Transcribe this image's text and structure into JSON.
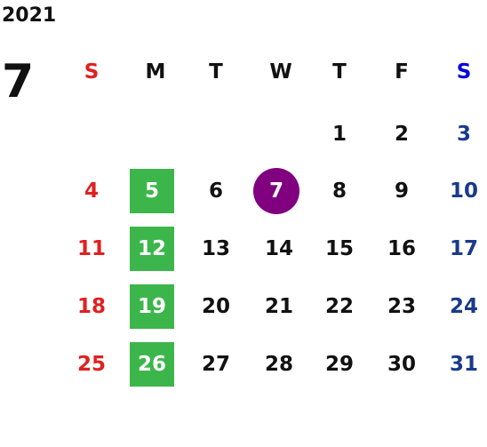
{
  "calendar": {
    "year": "2021",
    "month": "7",
    "weekdays": [
      "S",
      "M",
      "T",
      "W",
      "T",
      "F",
      "S"
    ],
    "weeks": [
      [
        "",
        "",
        "",
        "",
        "1",
        "2",
        "3"
      ],
      [
        "4",
        "5",
        "6",
        "7",
        "8",
        "9",
        "10"
      ],
      [
        "11",
        "12",
        "13",
        "14",
        "15",
        "16",
        "17"
      ],
      [
        "18",
        "19",
        "20",
        "21",
        "22",
        "23",
        "24"
      ],
      [
        "25",
        "26",
        "27",
        "28",
        "29",
        "30",
        "31"
      ]
    ],
    "highlighted_days": [
      "5",
      "12",
      "19",
      "26"
    ],
    "today": "7",
    "colors": {
      "sunday": "#e02020",
      "saturday": "#1a3a8a",
      "saturday_header": "#0000dd",
      "highlight": "#3cb64b",
      "today": "#800080"
    }
  }
}
